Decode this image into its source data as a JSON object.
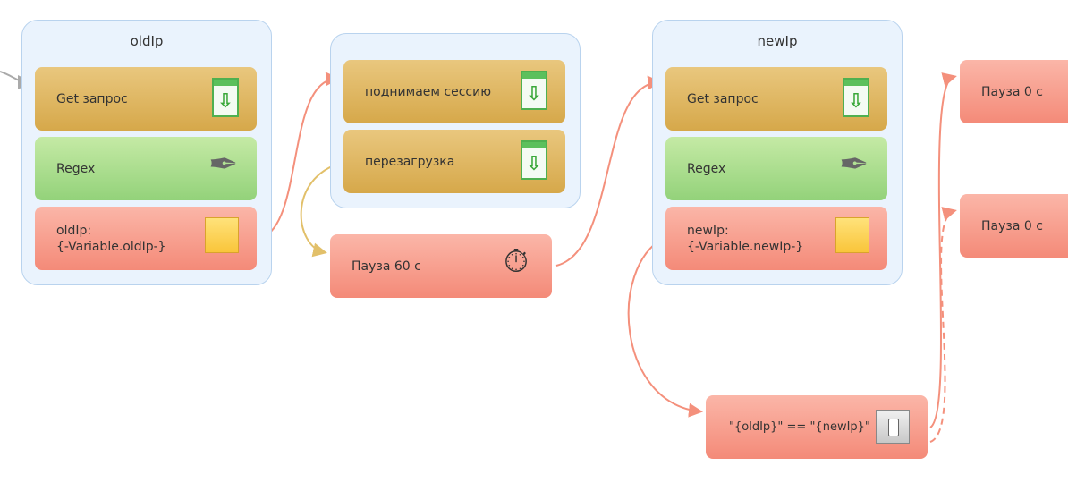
{
  "groups": {
    "old": {
      "title": "oldIp"
    },
    "new": {
      "title": "newIp"
    }
  },
  "nodes": {
    "old_get": "Get запрос",
    "old_regex": "Regex",
    "old_var": "oldIp:\n{-Variable.oldIp-}",
    "session": "поднимаем сессию",
    "reload": "перезагрузка",
    "pause60": "Пауза 60 с",
    "new_get": "Get запрос",
    "new_regex": "Regex",
    "new_var": "newIp:\n{-Variable.newIp-}",
    "cond": "\"{oldIp}\" == \"{newIp}\"",
    "pause0a": "Пауза 0 с",
    "pause0b": "Пауза 0 с"
  },
  "colors": {
    "action": "#dfb65f",
    "regex": "#a8dc8a",
    "variable": "#f79c8b",
    "group": "#eaf3fd",
    "link": "#f4907c",
    "link_alt": "#e2c06a"
  }
}
